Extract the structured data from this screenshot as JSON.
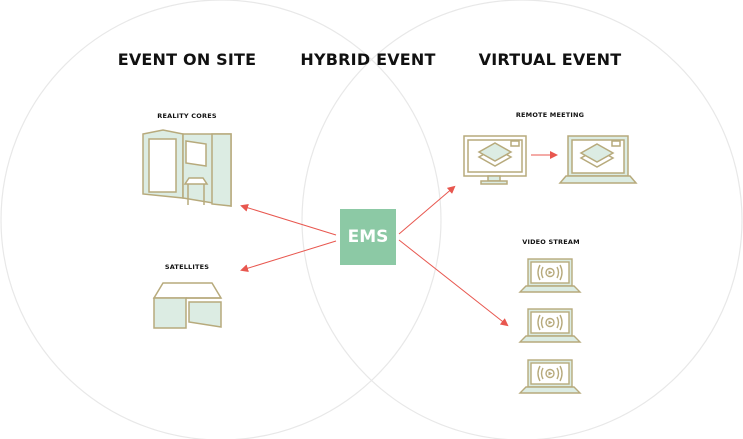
{
  "titles": {
    "on_site": "EVENT ON SITE",
    "hybrid": "HYBRID EVENT",
    "virtual": "VIRTUAL EVENT"
  },
  "center_node": "EMS",
  "items": {
    "reality_cores": "REALITY CORES",
    "satellites": "SATELLITES",
    "remote_meeting": "REMOTE MEETING",
    "video_stream": "VIDEO STREAM"
  },
  "colors": {
    "arrow": "#e8574f",
    "ems_fill": "#8cc9a5",
    "icon_stroke": "#b7aa7c",
    "icon_fill": "#dcece3",
    "circle_stroke": "#e8e8e8"
  }
}
